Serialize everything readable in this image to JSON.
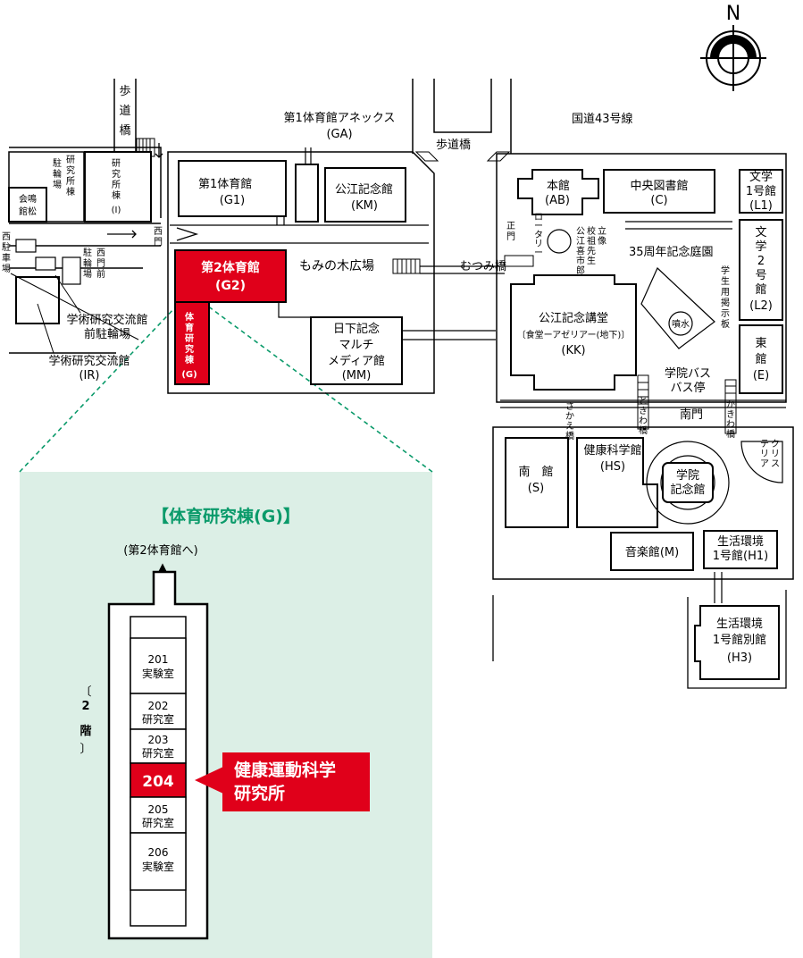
{
  "compass": {
    "north": "N"
  },
  "roads": {
    "national_route": "国道43号線",
    "hodokyo": "歩道橋",
    "hodokyo_left": [
      "歩",
      "道",
      "橋"
    ]
  },
  "gates": {
    "seimon": [
      "正",
      "門"
    ],
    "nishimon": [
      "西",
      "門"
    ],
    "nanmon": "南門"
  },
  "bridges": {
    "mutsumi": "むつみ橋",
    "sakae": [
      "さ",
      "か",
      "え",
      "橋"
    ],
    "tokiwa_left": [
      "と",
      "き",
      "わ",
      "橋"
    ],
    "tokiwa_right": [
      "か",
      "き",
      "わ",
      "橋"
    ]
  },
  "areas": {
    "momi_plaza": "もみの木広場",
    "rotary": [
      "ロ",
      "ー",
      "タ",
      "リ",
      "ー"
    ],
    "founder_statue": [
      "校",
      "祖",
      "公",
      "江",
      "喜",
      "市",
      "先",
      "生",
      "立",
      "像",
      "郎"
    ],
    "memorial_garden": "35周年記念庭園",
    "bulletin": [
      "学",
      "生",
      "用",
      "掲",
      "示",
      "板"
    ],
    "fountain": "噴水",
    "bus_stop": [
      "学院バス",
      "バス停"
    ],
    "nishi_parking": [
      "西",
      "駐",
      "車",
      "場"
    ],
    "nishimon_bike": [
      "駐",
      "輪",
      "場"
    ],
    "nishimon_mae": [
      "西",
      "門",
      "前"
    ],
    "kenkyu_bike": [
      "駐",
      "輪",
      "場"
    ],
    "kenkyu_bike2": [
      "研",
      "究",
      "所",
      "棟"
    ],
    "ir_bike": [
      "学術研究交流館",
      "前駐輪場"
    ]
  },
  "buildings": {
    "ga": [
      "第1体育館アネックス",
      "(GA)"
    ],
    "g1": [
      "第1体育館",
      "(G1)"
    ],
    "km": [
      "公江記念館",
      "(KM)"
    ],
    "g2": [
      "第2体育館",
      "(G2)"
    ],
    "g": [
      "体",
      "育",
      "研",
      "究",
      "棟",
      "(G)"
    ],
    "mm": [
      "日下記念",
      "マルチ",
      "メディア館",
      "(MM)"
    ],
    "kenkyu_i": [
      "研",
      "究",
      "所",
      "棟",
      "(I)"
    ],
    "kaimeikan": [
      "会鳴",
      "館松"
    ],
    "ir": [
      "学術研究交流館",
      "(IR)"
    ],
    "ab": [
      "本館",
      "(AB)"
    ],
    "c": [
      "中央図書館",
      "(C)"
    ],
    "l1": [
      "文学",
      "1号館",
      "(L1)"
    ],
    "l2": [
      "文",
      "学",
      "2",
      "号",
      "館",
      "(L2)"
    ],
    "e": [
      "東",
      "館",
      "(E)"
    ],
    "kk": [
      "公江記念講堂",
      "〔食堂ーアゼリアー(地下)〕",
      "(KK)"
    ],
    "s": [
      "南　館",
      "(S)"
    ],
    "hs": [
      "健康科学館",
      "(HS)"
    ],
    "gakuin": [
      "学院",
      "記念館"
    ],
    "cafeteria": [
      "ク",
      "リ",
      "ス",
      "テ",
      "リ",
      "ア"
    ],
    "m": [
      "音楽館(M)"
    ],
    "h1": [
      "生活環境",
      "1号館(H1)"
    ],
    "h3": [
      "生活環境",
      "1号館別館",
      "(H3)"
    ]
  },
  "inset": {
    "title": "【体育研究棟(G)】",
    "to_g2": "(第2体育館へ)",
    "floor": [
      "〔",
      "2",
      "階",
      "〕"
    ],
    "rooms": [
      {
        "num": "201",
        "name": "実験室"
      },
      {
        "num": "202",
        "name": "研究室"
      },
      {
        "num": "203",
        "name": "研究室"
      },
      {
        "num": "204",
        "name": ""
      },
      {
        "num": "205",
        "name": "研究室"
      },
      {
        "num": "206",
        "name": "実験室"
      }
    ],
    "callout": [
      "健康運動科学",
      "研究所"
    ],
    "colors": {
      "highlight": "#e0001a",
      "inset_bg": "#dcefe6",
      "title": "#0a9a6a"
    }
  }
}
